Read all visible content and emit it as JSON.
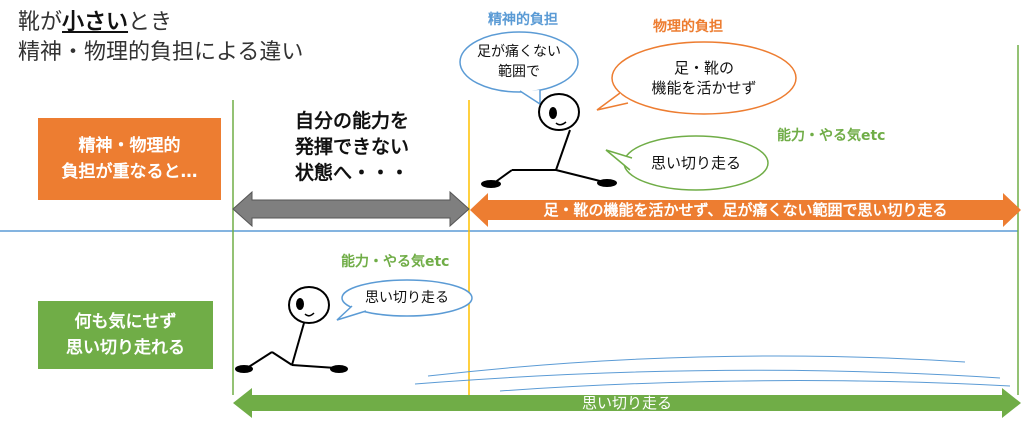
{
  "title": {
    "line1_prefix": "靴が",
    "line1_emphasis": "小さい",
    "line1_suffix": "とき",
    "line2": "精神・物理的負担による違い"
  },
  "left_boxes": {
    "top": {
      "line1": "精神・物理的",
      "line2": "負担が重なると…"
    },
    "bottom": {
      "line1": "何も気にせず",
      "line2": "思い切り走れる"
    }
  },
  "middle_text": {
    "line1": "自分の能力を",
    "line2": "発揮できない",
    "line3": "状態へ・・・"
  },
  "captions": {
    "mental_burden": "精神的負担",
    "physical_burden": "物理的負担",
    "ability_motivation_top": "能力・やる気etc",
    "ability_motivation_bottom": "能力・やる気etc"
  },
  "bubbles": {
    "mental": {
      "line1": "足が痛くない",
      "line2": "範囲で"
    },
    "physical": {
      "line1": "足・靴の",
      "line2": "機能を活かせず"
    },
    "run_top": "思い切り走る",
    "run_bottom": "思い切り走る"
  },
  "arrows": {
    "top_label": "足・靴の機能を活かせず、足が痛くない範囲で思い切り走る",
    "bottom_label": "思い切り走る"
  },
  "colors": {
    "orange": "#ed7d31",
    "green": "#70ad47",
    "blue": "#5b9bd5",
    "gray_arrow": "#7f7f7f",
    "yellow_line": "#ffc000"
  }
}
